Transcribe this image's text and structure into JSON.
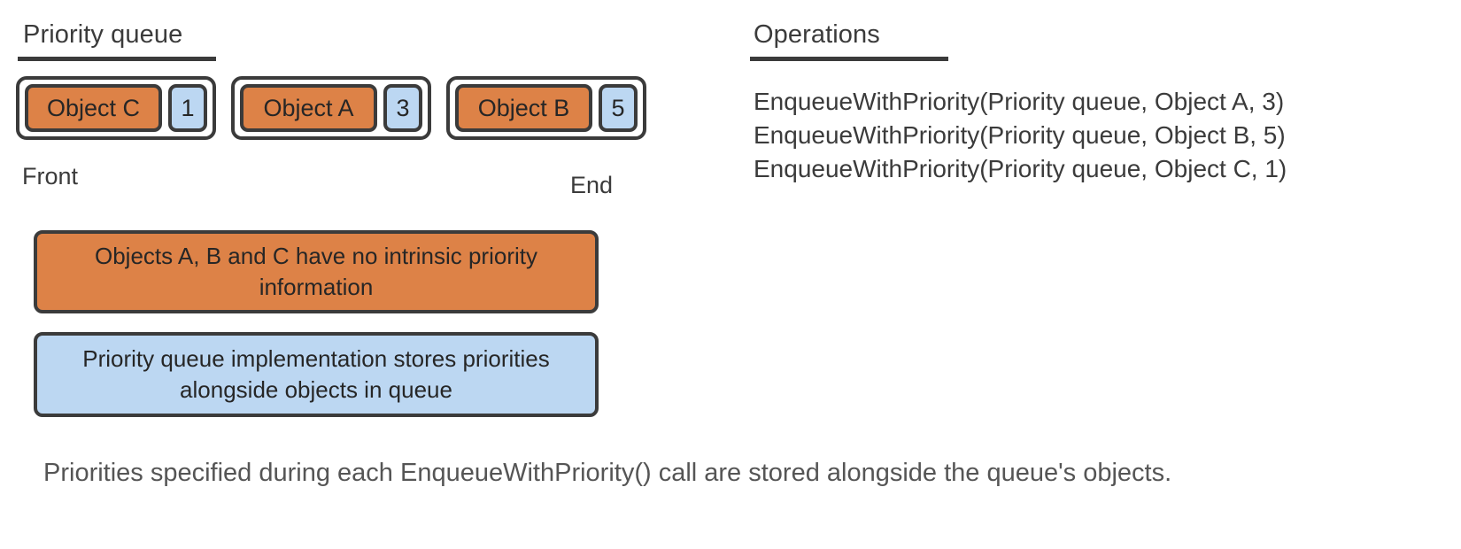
{
  "priority_queue": {
    "heading": "Priority queue",
    "cells": [
      {
        "object_label": "Object C",
        "priority": "1"
      },
      {
        "object_label": "Object A",
        "priority": "3"
      },
      {
        "object_label": "Object B",
        "priority": "5"
      }
    ],
    "front_label": "Front",
    "end_label": "End"
  },
  "callouts": [
    {
      "text": "Objects A, B and C have no intrinsic priority information",
      "color": "#dd8247"
    },
    {
      "text": "Priority queue implementation stores priorities alongside objects in queue",
      "color": "#bcd7f2"
    }
  ],
  "operations": {
    "heading": "Operations",
    "items": [
      "EnqueueWithPriority(Priority queue, Object A, 3)",
      "EnqueueWithPriority(Priority queue, Object B, 5)",
      "EnqueueWithPriority(Priority queue, Object C, 1)"
    ]
  },
  "caption": "Priorities specified during each EnqueueWithPriority() call are stored alongside the queue's objects.",
  "colors": {
    "object_fill": "#dd8247",
    "priority_fill": "#bcd7f2",
    "border": "#3b3b3b",
    "text": "#3b3b3b",
    "caption_text": "#555555",
    "background": "#ffffff"
  }
}
